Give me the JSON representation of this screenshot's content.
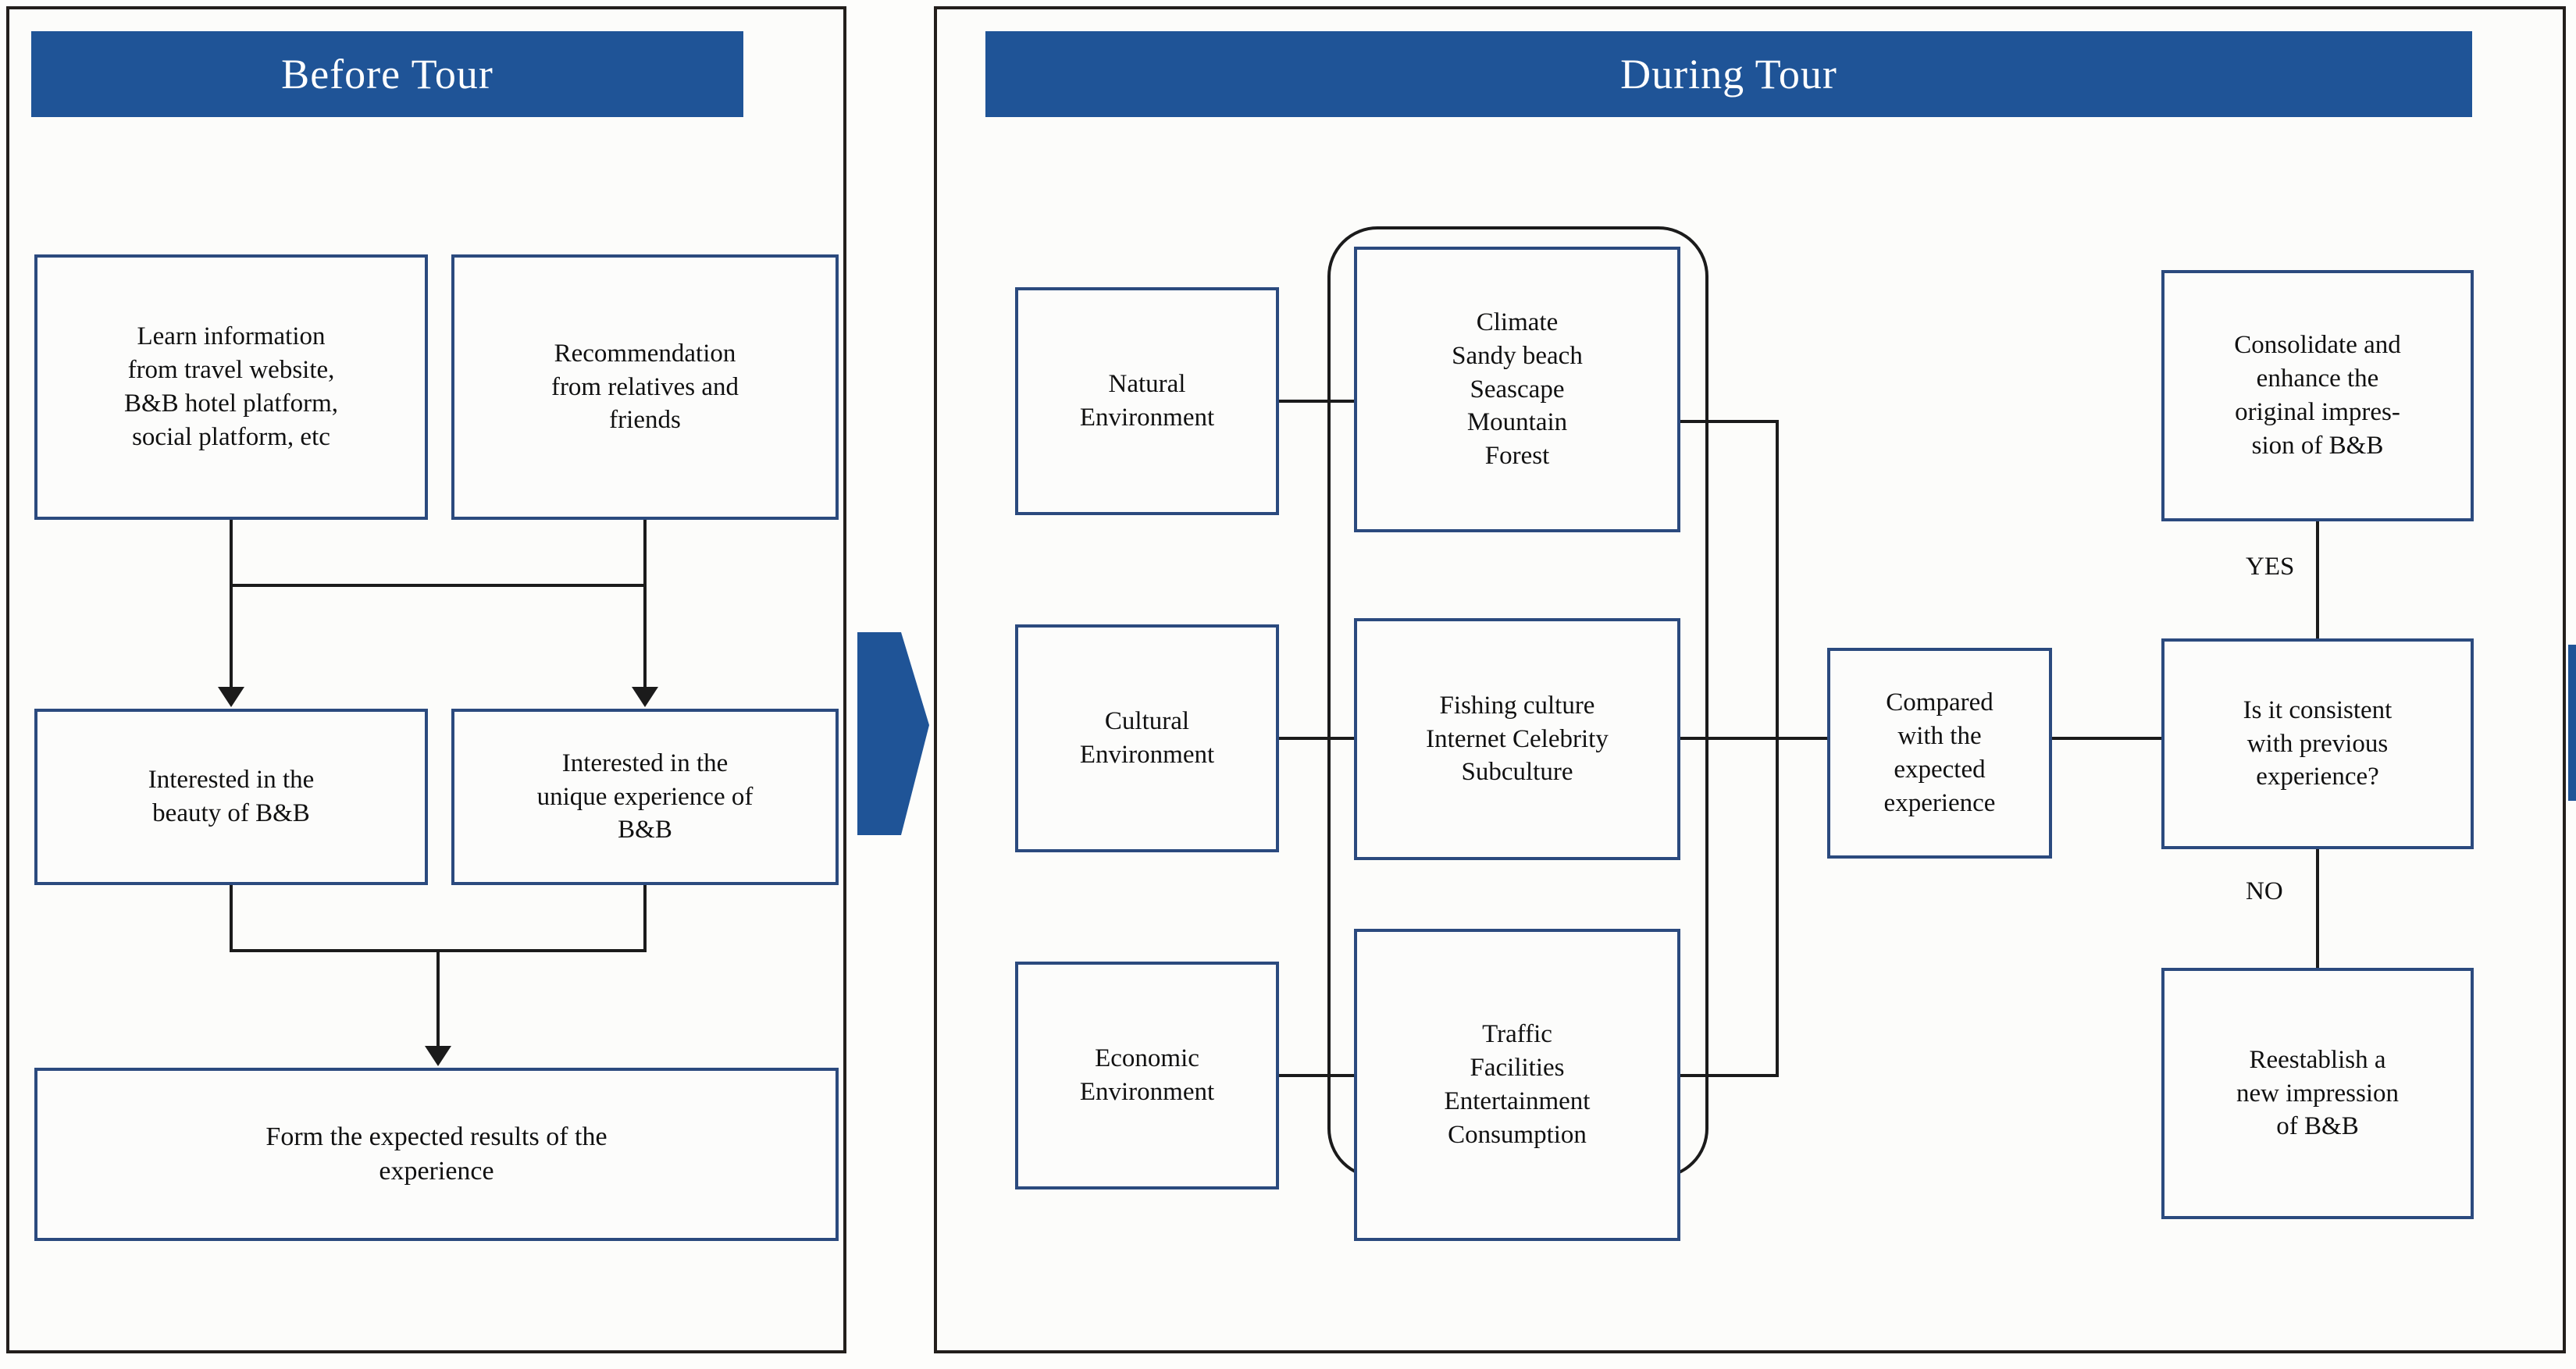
{
  "panels": {
    "before": {
      "title": "Before Tour"
    },
    "during": {
      "title": "During Tour"
    }
  },
  "before_tour": {
    "learn": "Learn information\nfrom travel website,\nB&B hotel platform,\nsocial platform, etc",
    "recommendation": "Recommendation\nfrom relatives and\nfriends",
    "beauty": "Interested in the\nbeauty of B&B",
    "unique": "Interested in the\nunique experience of\nB&B",
    "form": "Form the expected results of the\nexperience"
  },
  "during_tour": {
    "environments": [
      {
        "name": "Natural\nEnvironment",
        "details": "Climate\nSandy beach\nSeascape\nMountain\nForest"
      },
      {
        "name": "Cultural\nEnvironment",
        "details": "Fishing culture\nInternet Celebrity\nSubculture"
      },
      {
        "name": "Economic\nEnvironment",
        "details": "Traffic\nFacilities\nEntertainment\nConsumption"
      }
    ],
    "compare": "Compared\nwith the\nexpected\nexperience",
    "decision": "Is it consistent\nwith previous\nexperience?",
    "yes_label": "YES",
    "no_label": "NO",
    "consolidate": "Consolidate and\nenhance the\noriginal impres-\nsion of B&B",
    "reestablish": "Reestablish a\nnew impression\nof B&B"
  },
  "colors": {
    "header_blue": "#1f5497",
    "box_border_blue": "#2b4a7e",
    "panel_border": "#231f1c",
    "connector": "#1b1b1b",
    "arrow_blue": "#1f5497"
  },
  "icons": {
    "stage_arrow": "blue-right-arrow-icon",
    "stage_arrow_edge": "blue-right-arrow-partial-icon"
  }
}
